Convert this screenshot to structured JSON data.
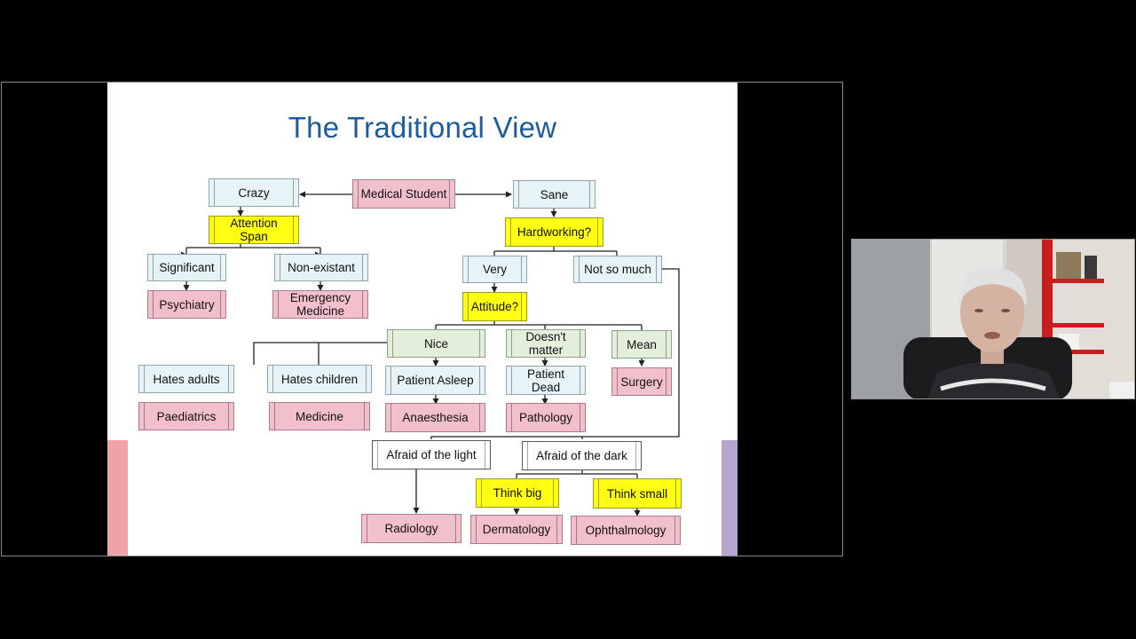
{
  "slide": {
    "title": "The Traditional View",
    "colors": {
      "title": "#1f5b9c",
      "pink": "#f2bfcd",
      "yellow": "#ffff14",
      "blue": "#e6f3f7",
      "green": "#e3eedb"
    },
    "nodes": {
      "medical_student": "Medical Student",
      "crazy": "Crazy",
      "sane": "Sane",
      "attention_span": "Attention Span",
      "hardworking": "Hardworking?",
      "significant": "Significant",
      "non_existant": "Non-existant",
      "very": "Very",
      "not_so_much": "Not so much",
      "psychiatry": "Psychiatry",
      "emergency_medicine": "Emergency Medicine",
      "attitude": "Attitude?",
      "nice": "Nice",
      "doesnt_matter": "Doesn't matter",
      "mean": "Mean",
      "hates_adults": "Hates adults",
      "hates_children": "Hates children",
      "patient_asleep": "Patient Asleep",
      "patient_dead": "Patient Dead",
      "surgery": "Surgery",
      "paediatrics": "Paediatrics",
      "medicine": "Medicine",
      "anaesthesia": "Anaesthesia",
      "pathology": "Pathology",
      "afraid_light": "Afraid of the light",
      "afraid_dark": "Afraid of the dark",
      "think_big": "Think big",
      "think_small": "Think small",
      "radiology": "Radiology",
      "dermatology": "Dermatology",
      "ophthalmology": "Ophthalmology"
    }
  },
  "webcam": {
    "content": "presenter-video"
  }
}
